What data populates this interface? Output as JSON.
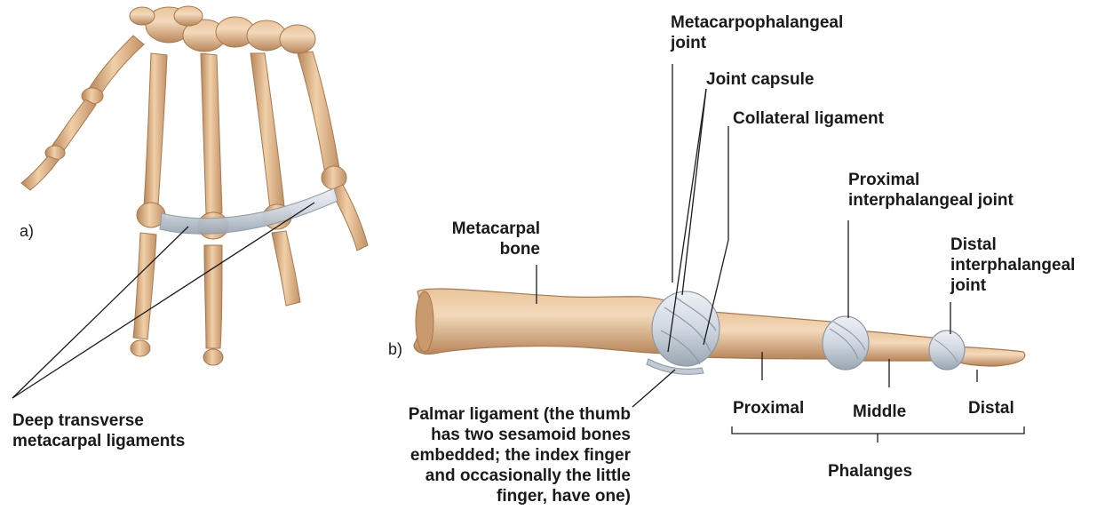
{
  "panels": {
    "a": "a)",
    "b": "b)"
  },
  "labels": {
    "metacarpophalangeal_joint": "Metacarpophalangeal\njoint",
    "joint_capsule": "Joint capsule",
    "collateral_ligament": "Collateral ligament",
    "proximal_interphalangeal_joint": "Proximal\ninterphalangeal joint",
    "distal_interphalangeal_joint": "Distal\ninterphalangeal\njoint",
    "metacarpal_bone": "Metacarpal\nbone",
    "deep_transverse_metacarpal_ligaments": "Deep transverse\nmetacarpal ligaments",
    "palmar_ligament": "Palmar ligament (the thumb\nhas two sesamoid bones\nembedded; the index finger\nand occasionally the little\nfinger, have one)",
    "proximal": "Proximal",
    "middle": "Middle",
    "distal": "Distal",
    "phalanges": "Phalanges"
  },
  "colors": {
    "bone": "#e0b68a",
    "bone_shadow": "#b8865a",
    "bone_highlight": "#f3d9bb",
    "ligament": "#d6dde6",
    "ligament_shadow": "#9aa6b2",
    "leader": "#1a1a1a"
  }
}
